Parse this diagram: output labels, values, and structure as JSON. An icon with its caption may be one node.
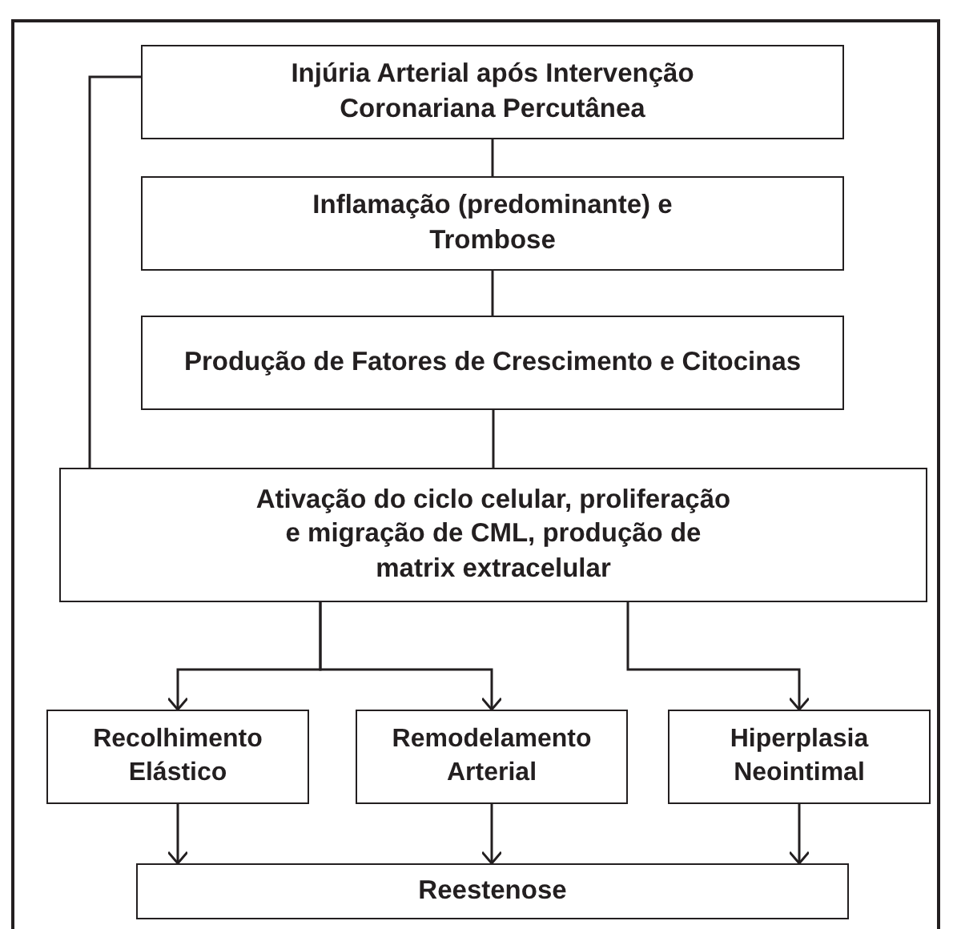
{
  "diagram": {
    "nodes": [
      {
        "text": [
          "Injúria Arterial após Intervenção Coronariana Percutânea"
        ]
      },
      {
        "text": [
          "Inflamação (predominante) e Trombose"
        ]
      },
      {
        "text": [
          "Produção de Fatores de Crescimento e Citocinas"
        ]
      },
      {
        "text": [
          "Ativação do ciclo celular, proliferação e migração de CML, produção de matrix extracelular"
        ]
      },
      {
        "text": [
          "Recolhimento Elástico"
        ]
      },
      {
        "text": [
          "Remodelamento Arterial"
        ]
      },
      {
        "text": [
          "Hiperplasia Neointimal"
        ]
      },
      {
        "text": [
          "Reestenose"
        ]
      }
    ],
    "edges": [
      {
        "from": 0,
        "to": 1,
        "arrow": "none"
      },
      {
        "from": 1,
        "to": 2,
        "arrow": "none"
      },
      {
        "from": 2,
        "to": 3,
        "arrow": "none"
      },
      {
        "from": 0,
        "to": 3,
        "arrow": "none"
      },
      {
        "from": 3,
        "to": 4,
        "arrow": "to"
      },
      {
        "from": 3,
        "to": 5,
        "arrow": "to"
      },
      {
        "from": 3,
        "to": 6,
        "arrow": "to"
      },
      {
        "from": 4,
        "to": 7,
        "arrow": "to"
      },
      {
        "from": 5,
        "to": 7,
        "arrow": "to"
      },
      {
        "from": 6,
        "to": 7,
        "arrow": "to"
      }
    ]
  }
}
